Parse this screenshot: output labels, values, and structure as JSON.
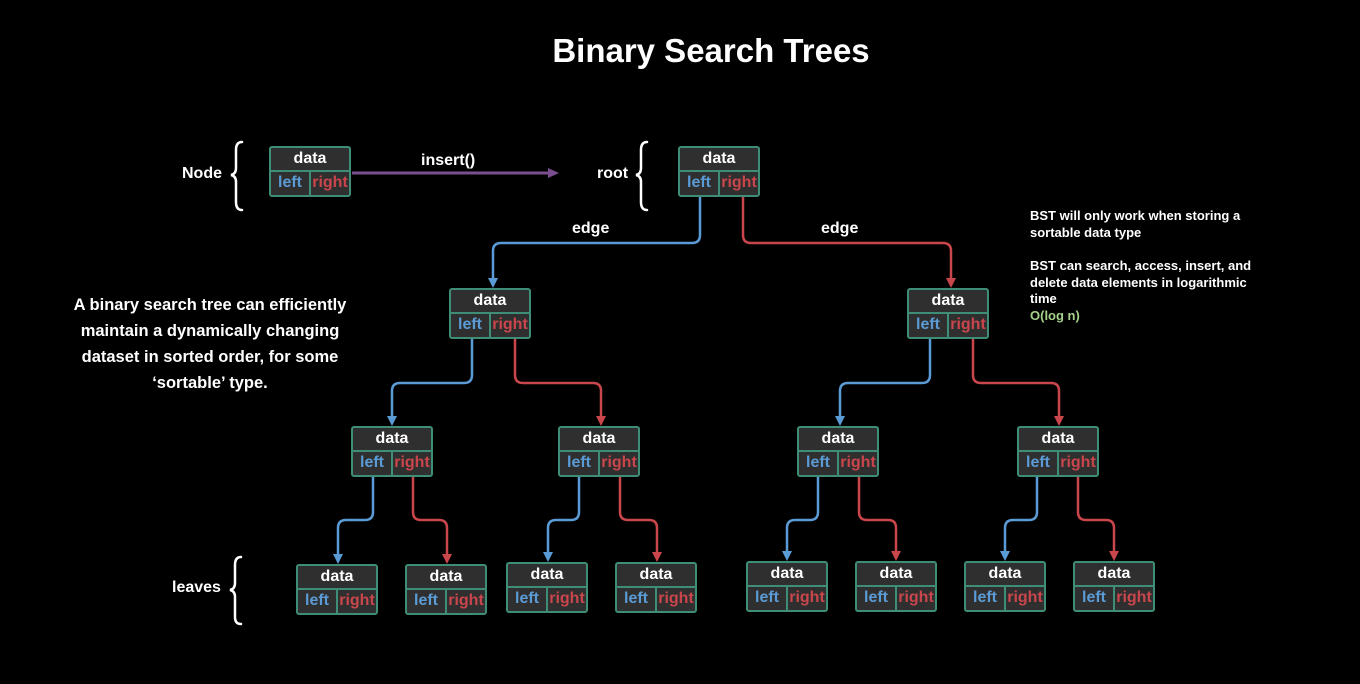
{
  "title": "Binary Search Trees",
  "labels": {
    "node": "Node",
    "insert": "insert()",
    "root": "root",
    "edge_left": "edge",
    "edge_right": "edge",
    "leaves": "leaves"
  },
  "description": "A binary search tree can efficiently maintain a dynamically changing dataset in sorted order, for some ‘sortable’ type.",
  "notes": {
    "note1": "BST will only work when storing a sortable data type",
    "note2": "BST can search, access, insert, and delete data elements in logarithmic time",
    "complexity": "O(log n)"
  },
  "node_fields": {
    "data": "data",
    "left": "left",
    "right": "right"
  },
  "colors": {
    "background": "#000000",
    "node_border": "#3e8e77",
    "node_fill": "#2f2f2f",
    "left_edge": "#5b9bd5",
    "right_edge": "#c9464c",
    "insert_arrow": "#7b4f8f",
    "complexity": "#a6d189"
  }
}
